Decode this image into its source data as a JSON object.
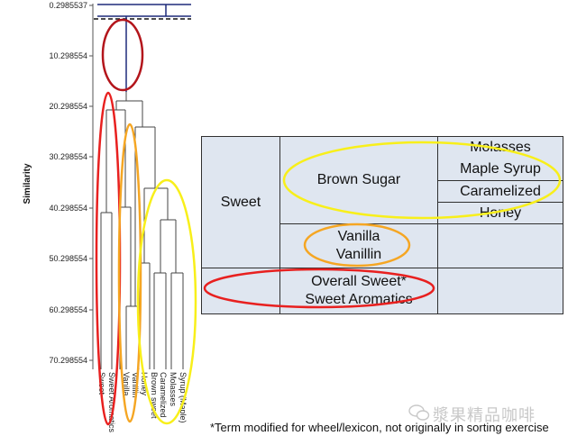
{
  "dendrogram": {
    "y_axis_label": "Similarity",
    "ticks": [
      "0.2985537",
      "10.298554",
      "20.298554",
      "30.298554",
      "40.298554",
      "50.298554",
      "60.298554",
      "70.298554"
    ],
    "leaves": [
      "Sweet",
      "Sweet Aromatics",
      "Vanilla",
      "Vanillin",
      "Honey",
      "Brown sweet",
      "Caramelized",
      "Molasses",
      "Syrup (Maple)"
    ]
  },
  "table": {
    "sweet": "Sweet",
    "brown_sugar": "Brown Sugar",
    "molasses": "Molasses",
    "maple_syrup": "Maple Syrup",
    "caramelized": "Caramelized",
    "honey": "Honey",
    "vanilla": "Vanilla",
    "vanillin": "Vanillin",
    "overall_sweet": "Overall Sweet*",
    "sweet_aromatics": "Sweet Aromatics"
  },
  "footnote": "*Term modified for wheel/lexicon, not originally in sorting exercise",
  "watermark": "漿果精品咖啡",
  "colors": {
    "red": "#e8201f",
    "orange": "#f5a623",
    "yellow": "#f8ef1a",
    "navy": "#1e2a7a",
    "cell_fill": "#dfe6f0"
  }
}
